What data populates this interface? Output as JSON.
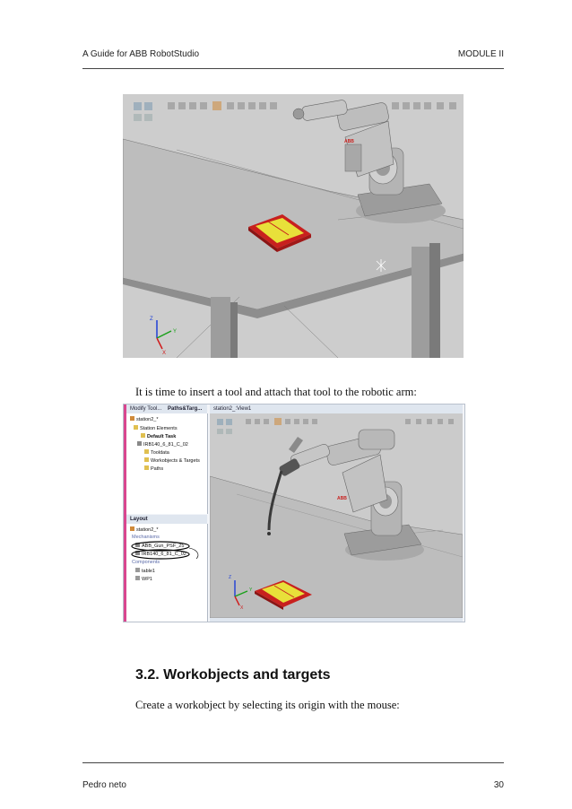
{
  "header": {
    "left": "A Guide for ABB RobotStudio",
    "right": "MODULE II"
  },
  "footer": {
    "left": "Pedro neto",
    "right": "30"
  },
  "paragraphs": {
    "insert_tool": "It is time to insert a tool and attach that tool to the robotic arm:",
    "create_workobject": "Create a workobject by selecting its origin with the mouse:"
  },
  "section": {
    "title": "3.2. Workobjects and targets"
  },
  "figure1": {
    "robot_logo": "ABB",
    "axes": {
      "z": "Z",
      "y": "Y",
      "x": "X"
    }
  },
  "figure2": {
    "tabs": {
      "modify": "Modify Tool...",
      "paths": "Paths&Targ...",
      "view": "station2_:View1"
    },
    "paths_tree": {
      "station": "station2_*",
      "station_elements": "Station Elements",
      "default_task": "Default Task",
      "robot": "IRB140_6_81_C_02",
      "tooldata": "Tooldata",
      "workobjects": "Workobjects & Targets",
      "paths": "Paths"
    },
    "layout_tab": "Layout",
    "layout_tree": {
      "station": "station2_*",
      "mechanisms": "Mechanisms",
      "gun": "ABB_Gun_PSF_25",
      "robot": "IRB140_6_81_C_02",
      "components": "Components",
      "table": "table1",
      "wp": "WP1"
    },
    "robot_logo": "ABB",
    "axes": {
      "z": "Z",
      "y": "Y",
      "x": "X"
    }
  },
  "colors": {
    "accent_panel": "#d9468f",
    "viewport_bg": "#c9c9c9",
    "workpiece_top": "#e8e03a",
    "workpiece_base": "#c8201e"
  }
}
